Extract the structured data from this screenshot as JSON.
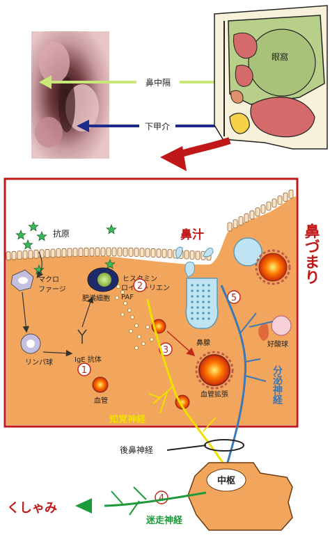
{
  "top_labels": {
    "septum": "鼻中隔",
    "turbinate": "下甲介",
    "orbit": "眼窩"
  },
  "panel": {
    "title": "鼻づまり",
    "secretion": "鼻汁"
  },
  "cells": {
    "antigen": "抗原",
    "macrophage_l1": "マクロ",
    "macrophage_l2": "ファージ",
    "lymphocyte": "リンパ球",
    "ige": "IgE 抗体",
    "mast_cell": "肥満細胞",
    "mediator_1": "ヒスタミン",
    "mediator_2": "ロイコトリエン",
    "mediator_3": "PAF",
    "blood_vessel": "血管",
    "nasal_gland": "鼻腺",
    "vasodilation": "血管拡張",
    "eosinophil": "好酸球"
  },
  "steps": [
    "1",
    "2",
    "3",
    "4",
    "5"
  ],
  "nerves": {
    "sensory": "知覚神経",
    "secretory": "分泌神経",
    "posterior_nasal": "後鼻神経",
    "center": "中枢",
    "vagus": "迷走神経"
  },
  "outcome": "くしゃみ",
  "colors": {
    "panel_border": "#c01818",
    "tissue": "#f2a55c",
    "title_red": "#c01818",
    "sensory_nerve": "#f0e000",
    "secretory_nerve": "#3a78b8",
    "vagus_nerve": "#1c9a3a",
    "septum_arrow": "#c8e878",
    "turbinate_arrow": "#1c2a8c"
  }
}
